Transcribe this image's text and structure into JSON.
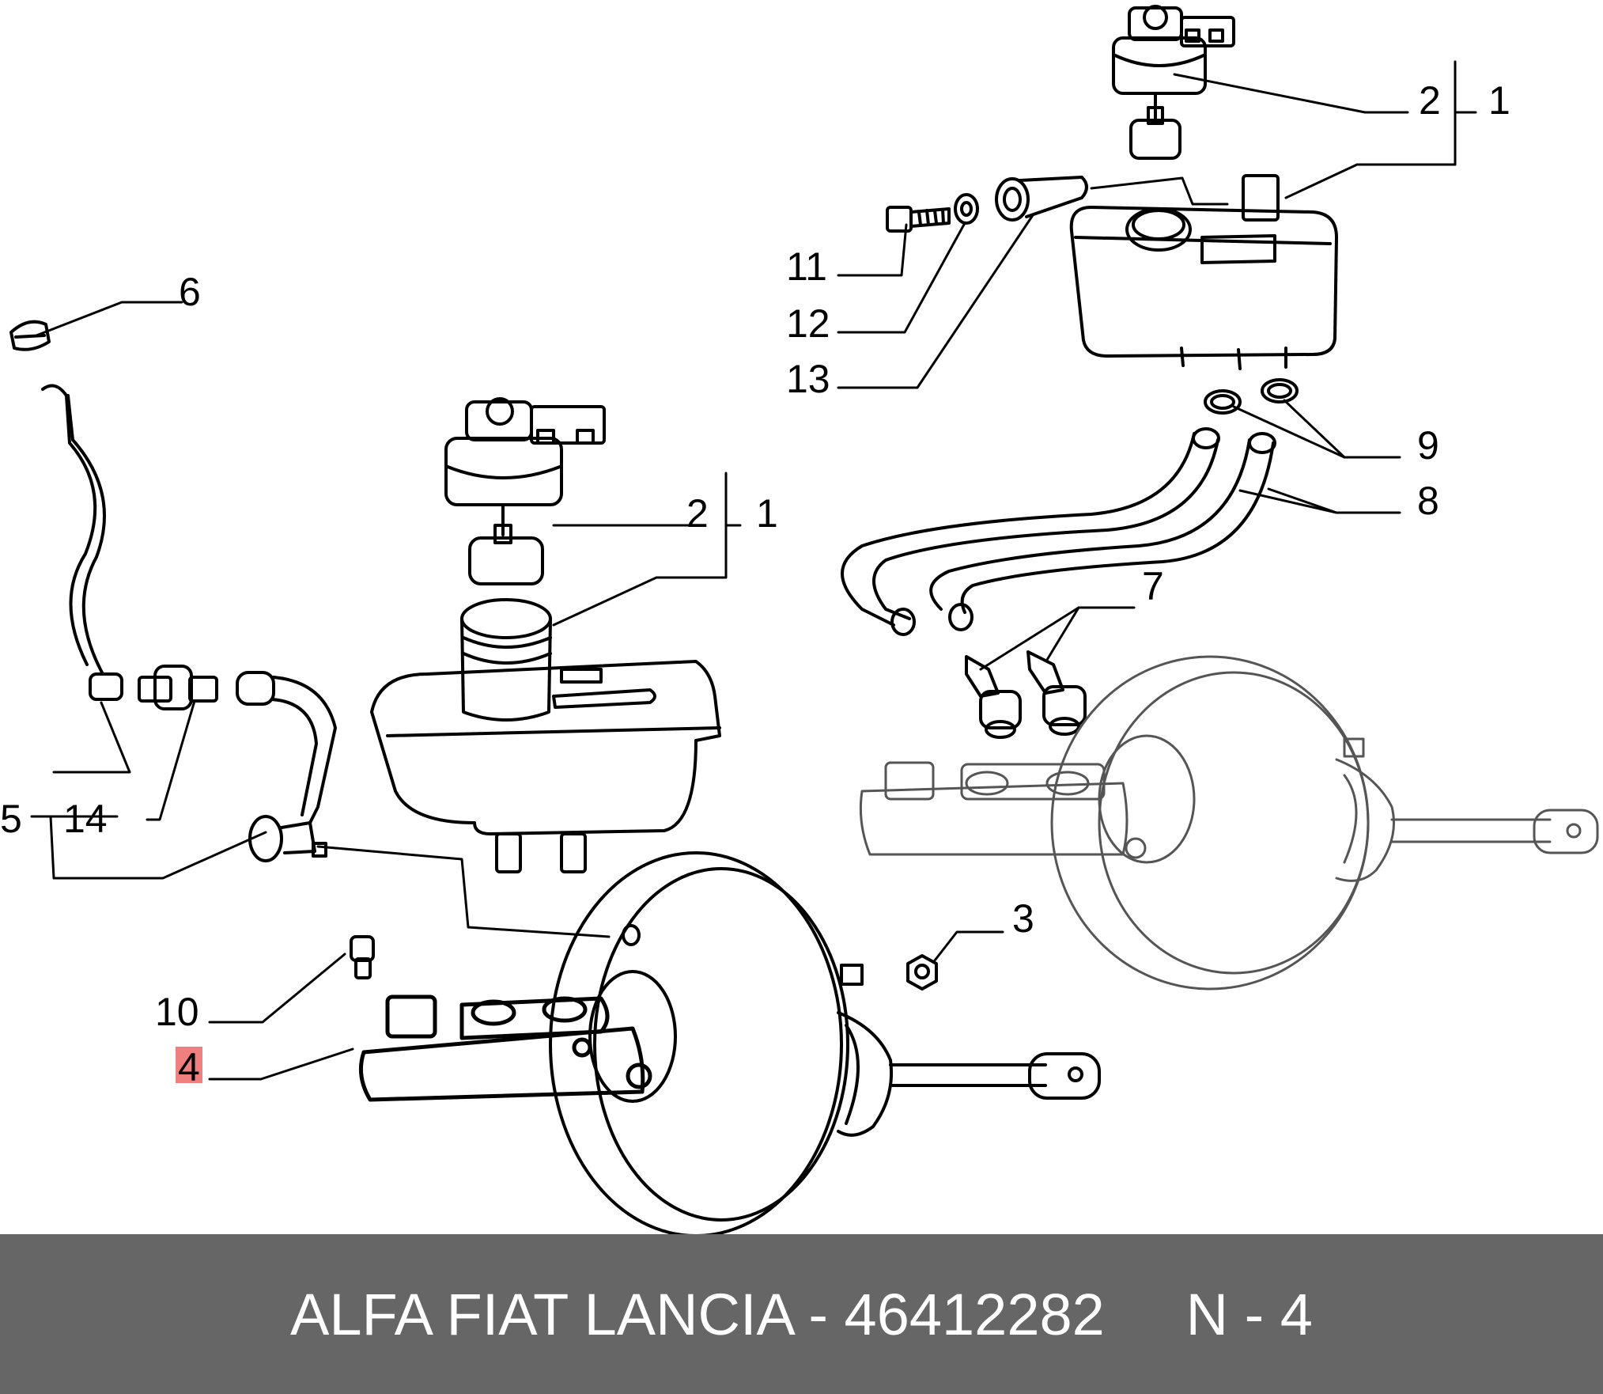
{
  "diagram": {
    "callouts": [
      {
        "id": "c1-top",
        "text": "1"
      },
      {
        "id": "c2-top",
        "text": "2"
      },
      {
        "id": "c11",
        "text": "11"
      },
      {
        "id": "c12",
        "text": "12"
      },
      {
        "id": "c13",
        "text": "13"
      },
      {
        "id": "c9",
        "text": "9"
      },
      {
        "id": "c8",
        "text": "8"
      },
      {
        "id": "c7",
        "text": "7"
      },
      {
        "id": "c6",
        "text": "6"
      },
      {
        "id": "c2-mid",
        "text": "2"
      },
      {
        "id": "c1-mid",
        "text": "1"
      },
      {
        "id": "c5",
        "text": "5"
      },
      {
        "id": "c14",
        "text": "14"
      },
      {
        "id": "c3",
        "text": "3"
      },
      {
        "id": "c10",
        "text": "10"
      },
      {
        "id": "c4",
        "text": "4"
      }
    ],
    "highlight_color": "#f08080",
    "highlighted_callout": "4"
  },
  "footer": {
    "text": "ALFA FIAT LANCIA - 46412282     N - 4",
    "background": "#666666"
  }
}
